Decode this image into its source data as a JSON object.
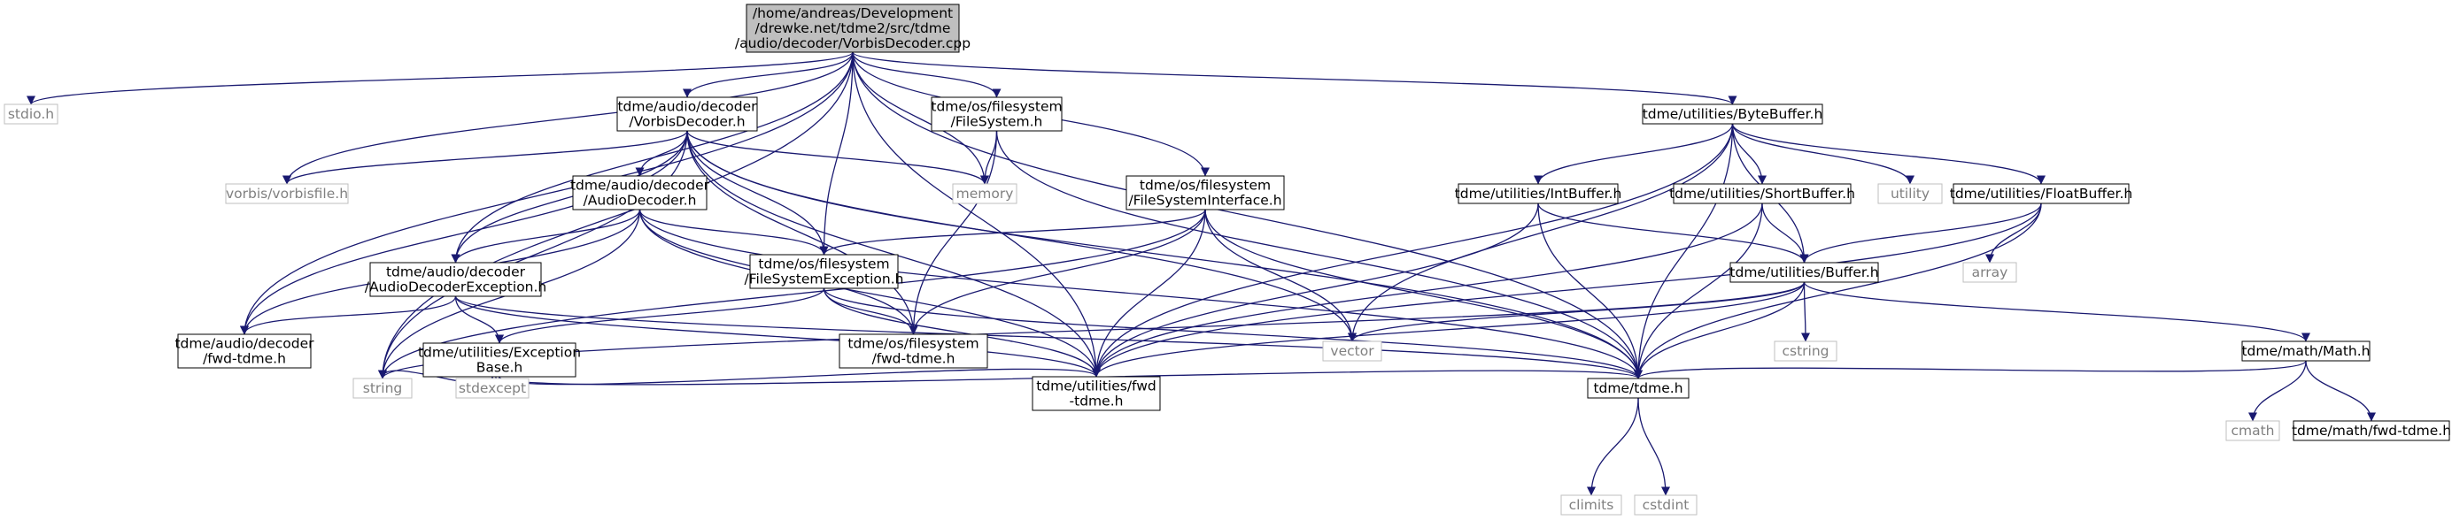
{
  "colors": {
    "edge": "#191970",
    "box_border": "#000000",
    "system_border": "#bfbfbf",
    "system_text": "#808080",
    "root_fill": "#bfbfbf",
    "fill": "#ffffff"
  },
  "nodes": [
    {
      "id": "root",
      "kind": "root",
      "lines": [
        "/home/andreas/Development",
        "/drewke.net/tdme2/src/tdme",
        "/audio/decoder/VorbisDecoder.cpp"
      ]
    },
    {
      "id": "stdio",
      "kind": "system",
      "lines": [
        "stdio.h"
      ]
    },
    {
      "id": "vorbisdecoder_h",
      "kind": "file",
      "lines": [
        "tdme/audio/decoder",
        "/VorbisDecoder.h"
      ]
    },
    {
      "id": "filesystem_h",
      "kind": "file",
      "lines": [
        "tdme/os/filesystem",
        "/FileSystem.h"
      ]
    },
    {
      "id": "bytebuffer",
      "kind": "file",
      "lines": [
        "tdme/utilities/ByteBuffer.h"
      ]
    },
    {
      "id": "vorbisfile",
      "kind": "system",
      "lines": [
        "vorbis/vorbisfile.h"
      ]
    },
    {
      "id": "memory",
      "kind": "system",
      "lines": [
        "memory"
      ]
    },
    {
      "id": "audiodecoder_h",
      "kind": "file",
      "lines": [
        "tdme/audio/decoder",
        "/AudioDecoder.h"
      ]
    },
    {
      "id": "fsinterface",
      "kind": "file",
      "lines": [
        "tdme/os/filesystem",
        "/FileSystemInterface.h"
      ]
    },
    {
      "id": "intbuffer",
      "kind": "file",
      "lines": [
        "tdme/utilities/IntBuffer.h"
      ]
    },
    {
      "id": "shortbuffer",
      "kind": "file",
      "lines": [
        "tdme/utilities/ShortBuffer.h"
      ]
    },
    {
      "id": "utility",
      "kind": "system",
      "lines": [
        "utility"
      ]
    },
    {
      "id": "floatbuffer",
      "kind": "file",
      "lines": [
        "tdme/utilities/FloatBuffer.h"
      ]
    },
    {
      "id": "adexception",
      "kind": "file",
      "lines": [
        "tdme/audio/decoder",
        "/AudioDecoderException.h"
      ]
    },
    {
      "id": "fsexception",
      "kind": "file",
      "lines": [
        "tdme/os/filesystem",
        "/FileSystemException.h"
      ]
    },
    {
      "id": "buffer",
      "kind": "file",
      "lines": [
        "tdme/utilities/Buffer.h"
      ]
    },
    {
      "id": "array",
      "kind": "system",
      "lines": [
        "array"
      ]
    },
    {
      "id": "audio_fwd",
      "kind": "file",
      "lines": [
        "tdme/audio/decoder",
        "/fwd-tdme.h"
      ]
    },
    {
      "id": "exceptionbase",
      "kind": "file",
      "lines": [
        "tdme/utilities/Exception",
        "Base.h"
      ]
    },
    {
      "id": "os_fwd",
      "kind": "file",
      "lines": [
        "tdme/os/filesystem",
        "/fwd-tdme.h"
      ]
    },
    {
      "id": "vector",
      "kind": "system",
      "lines": [
        "vector"
      ]
    },
    {
      "id": "cstring",
      "kind": "system",
      "lines": [
        "cstring"
      ]
    },
    {
      "id": "math",
      "kind": "file",
      "lines": [
        "tdme/math/Math.h"
      ]
    },
    {
      "id": "string",
      "kind": "system",
      "lines": [
        "string"
      ]
    },
    {
      "id": "stdexcept",
      "kind": "system",
      "lines": [
        "stdexcept"
      ]
    },
    {
      "id": "util_fwd",
      "kind": "file",
      "lines": [
        "tdme/utilities/fwd",
        "-tdme.h"
      ]
    },
    {
      "id": "tdme_h",
      "kind": "file",
      "lines": [
        "tdme/tdme.h"
      ]
    },
    {
      "id": "cmath",
      "kind": "system",
      "lines": [
        "cmath"
      ]
    },
    {
      "id": "math_fwd",
      "kind": "file",
      "lines": [
        "tdme/math/fwd-tdme.h"
      ]
    },
    {
      "id": "climits",
      "kind": "system",
      "lines": [
        "climits"
      ]
    },
    {
      "id": "cstdint",
      "kind": "system",
      "lines": [
        "cstdint"
      ]
    }
  ],
  "edges": [
    [
      "root",
      "stdio"
    ],
    [
      "root",
      "vorbisdecoder_h"
    ],
    [
      "root",
      "filesystem_h"
    ],
    [
      "root",
      "bytebuffer"
    ],
    [
      "root",
      "vorbisfile"
    ],
    [
      "root",
      "memory"
    ],
    [
      "root",
      "fsinterface"
    ],
    [
      "root",
      "adexception"
    ],
    [
      "root",
      "fsexception"
    ],
    [
      "root",
      "audio_fwd"
    ],
    [
      "root",
      "string"
    ],
    [
      "root",
      "util_fwd"
    ],
    [
      "root",
      "tdme_h"
    ],
    [
      "vorbisdecoder_h",
      "vorbisfile"
    ],
    [
      "vorbisdecoder_h",
      "memory"
    ],
    [
      "vorbisdecoder_h",
      "audiodecoder_h"
    ],
    [
      "vorbisdecoder_h",
      "adexception"
    ],
    [
      "vorbisdecoder_h",
      "fsexception"
    ],
    [
      "vorbisdecoder_h",
      "audio_fwd"
    ],
    [
      "vorbisdecoder_h",
      "os_fwd"
    ],
    [
      "vorbisdecoder_h",
      "vector"
    ],
    [
      "vorbisdecoder_h",
      "string"
    ],
    [
      "vorbisdecoder_h",
      "util_fwd"
    ],
    [
      "vorbisdecoder_h",
      "tdme_h"
    ],
    [
      "filesystem_h",
      "memory"
    ],
    [
      "filesystem_h",
      "os_fwd"
    ],
    [
      "filesystem_h",
      "tdme_h"
    ],
    [
      "audiodecoder_h",
      "adexception"
    ],
    [
      "audiodecoder_h",
      "fsexception"
    ],
    [
      "audiodecoder_h",
      "audio_fwd"
    ],
    [
      "audiodecoder_h",
      "os_fwd"
    ],
    [
      "audiodecoder_h",
      "string"
    ],
    [
      "audiodecoder_h",
      "util_fwd"
    ],
    [
      "audiodecoder_h",
      "tdme_h"
    ],
    [
      "fsinterface",
      "fsexception"
    ],
    [
      "fsinterface",
      "os_fwd"
    ],
    [
      "fsinterface",
      "vector"
    ],
    [
      "fsinterface",
      "string"
    ],
    [
      "fsinterface",
      "util_fwd"
    ],
    [
      "fsinterface",
      "tdme_h"
    ],
    [
      "adexception",
      "exceptionbase"
    ],
    [
      "adexception",
      "audio_fwd"
    ],
    [
      "adexception",
      "util_fwd"
    ],
    [
      "adexception",
      "tdme_h"
    ],
    [
      "fsexception",
      "exceptionbase"
    ],
    [
      "fsexception",
      "os_fwd"
    ],
    [
      "fsexception",
      "util_fwd"
    ],
    [
      "fsexception",
      "tdme_h"
    ],
    [
      "exceptionbase",
      "string"
    ],
    [
      "exceptionbase",
      "stdexcept"
    ],
    [
      "exceptionbase",
      "util_fwd"
    ],
    [
      "exceptionbase",
      "tdme_h"
    ],
    [
      "bytebuffer",
      "intbuffer"
    ],
    [
      "bytebuffer",
      "shortbuffer"
    ],
    [
      "bytebuffer",
      "utility"
    ],
    [
      "bytebuffer",
      "floatbuffer"
    ],
    [
      "bytebuffer",
      "buffer"
    ],
    [
      "bytebuffer",
      "vector"
    ],
    [
      "bytebuffer",
      "util_fwd"
    ],
    [
      "bytebuffer",
      "tdme_h"
    ],
    [
      "intbuffer",
      "buffer"
    ],
    [
      "intbuffer",
      "util_fwd"
    ],
    [
      "intbuffer",
      "tdme_h"
    ],
    [
      "shortbuffer",
      "buffer"
    ],
    [
      "shortbuffer",
      "util_fwd"
    ],
    [
      "shortbuffer",
      "tdme_h"
    ],
    [
      "floatbuffer",
      "buffer"
    ],
    [
      "floatbuffer",
      "array"
    ],
    [
      "floatbuffer",
      "util_fwd"
    ],
    [
      "floatbuffer",
      "tdme_h"
    ],
    [
      "buffer",
      "vector"
    ],
    [
      "buffer",
      "cstring"
    ],
    [
      "buffer",
      "math"
    ],
    [
      "buffer",
      "string"
    ],
    [
      "buffer",
      "util_fwd"
    ],
    [
      "buffer",
      "tdme_h"
    ],
    [
      "math",
      "cmath"
    ],
    [
      "math",
      "math_fwd"
    ],
    [
      "math",
      "tdme_h"
    ],
    [
      "tdme_h",
      "climits"
    ],
    [
      "tdme_h",
      "cstdint"
    ]
  ]
}
